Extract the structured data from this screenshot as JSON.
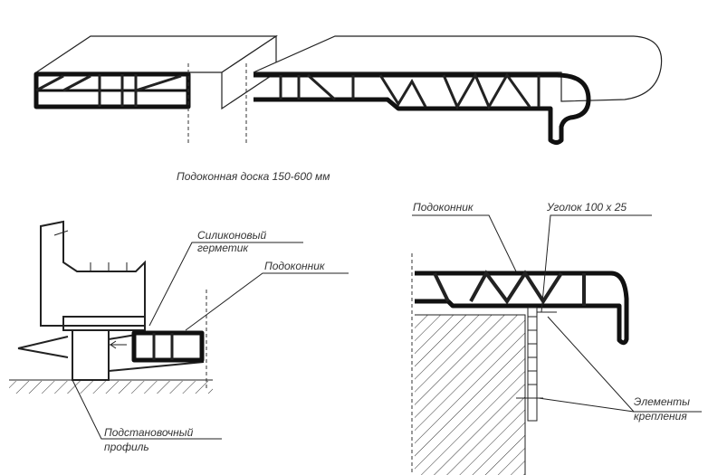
{
  "top_caption": "Подоконная доска 150-600 мм",
  "left_detail": {
    "sealant_line1": "Силиконовый",
    "sealant_line2": "герметик",
    "sill": "Подоконник",
    "profile_line1": "Подстановочный",
    "profile_line2": "профиль"
  },
  "right_detail": {
    "sill": "Подоконник",
    "angle": "Уголок 100 x 25",
    "fasteners_line1": "Элементы",
    "fasteners_line2": "крепления"
  }
}
